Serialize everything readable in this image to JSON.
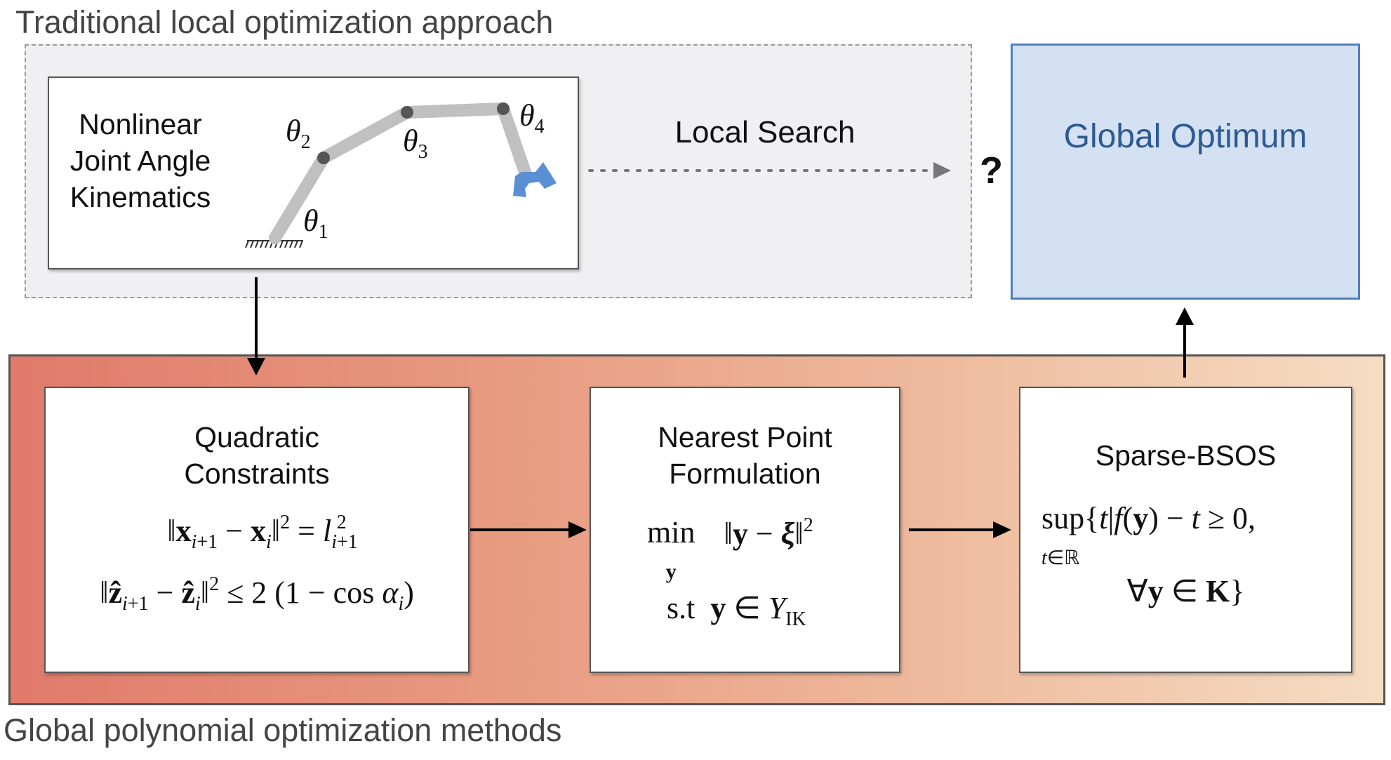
{
  "top_section": {
    "title": "Traditional local optimization approach",
    "kinematics_label": [
      "Nonlinear",
      "Joint Angle",
      "Kinematics"
    ],
    "joint_labels": [
      "θ1",
      "θ2",
      "θ3",
      "θ4"
    ],
    "local_search_label": "Local Search",
    "question_mark": "?"
  },
  "global_optimum": {
    "label": "Global Optimum"
  },
  "bottom_section": {
    "title": "Global polynomial optimization methods",
    "boxes": [
      {
        "title": [
          "Quadratic",
          "Constraints"
        ],
        "equations": [
          "‖x_{i+1} − x_i‖² = l²_{i+1}",
          "‖ẑ_{i+1} − ẑ_i‖² ≤ 2(1 − cos α_i)"
        ]
      },
      {
        "title": [
          "Nearest Point",
          "Formulation"
        ],
        "equations": [
          "min_y ‖y − ξ‖²",
          "s.t y ∈ Y_IK"
        ]
      },
      {
        "title": [
          "Sparse-BSOS"
        ],
        "equations": [
          "sup_{t∈ℝ} {t | f(y) − t ≥ 0,",
          "∀y ∈ K}"
        ]
      }
    ]
  },
  "colors": {
    "global_fill": "#d3e1f2",
    "global_border": "#4f7fbf",
    "gradient_left": "#e07a6a",
    "gradient_right": "#f5ddc4",
    "gripper": "#5b8fd4",
    "arm": "#c0c0c0"
  }
}
